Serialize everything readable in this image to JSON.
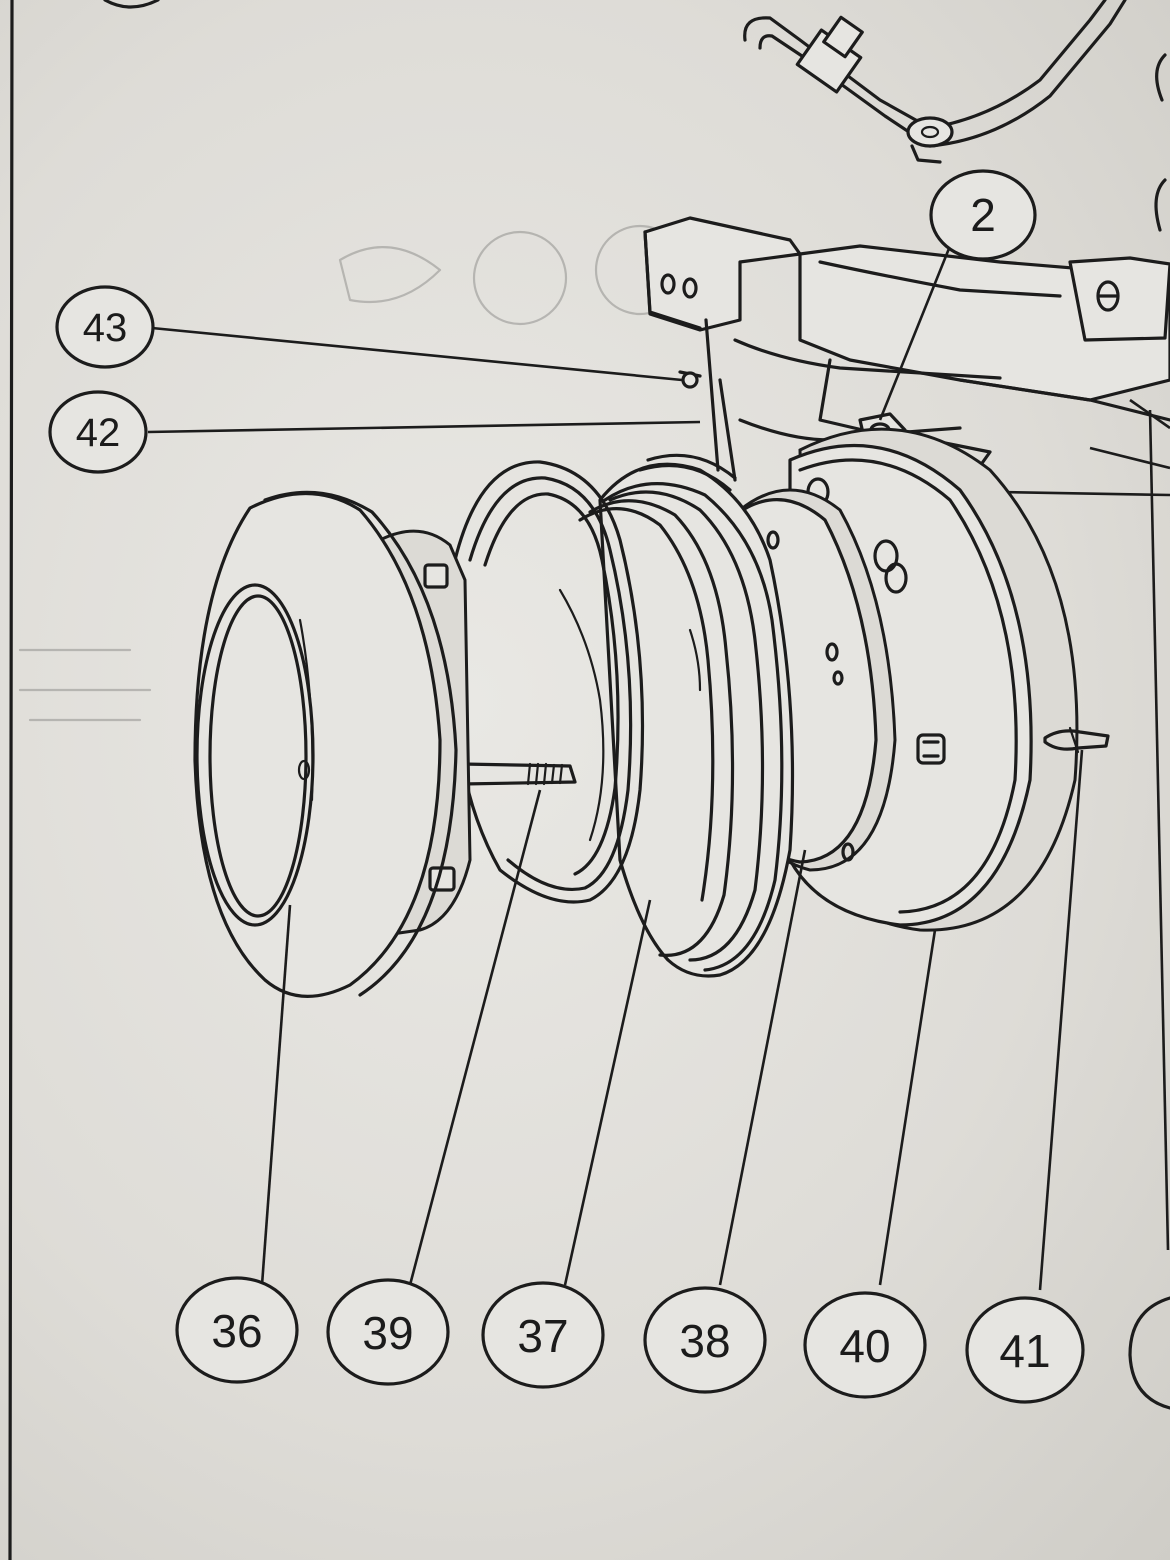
{
  "diagram": {
    "callouts": [
      {
        "id": "c43",
        "label": "43"
      },
      {
        "id": "c42",
        "label": "42"
      },
      {
        "id": "c2",
        "label": "2"
      },
      {
        "id": "c36",
        "label": "36"
      },
      {
        "id": "c39",
        "label": "39"
      },
      {
        "id": "c37",
        "label": "37"
      },
      {
        "id": "c38",
        "label": "38"
      },
      {
        "id": "c40",
        "label": "40"
      },
      {
        "id": "c41",
        "label": "41"
      }
    ]
  }
}
